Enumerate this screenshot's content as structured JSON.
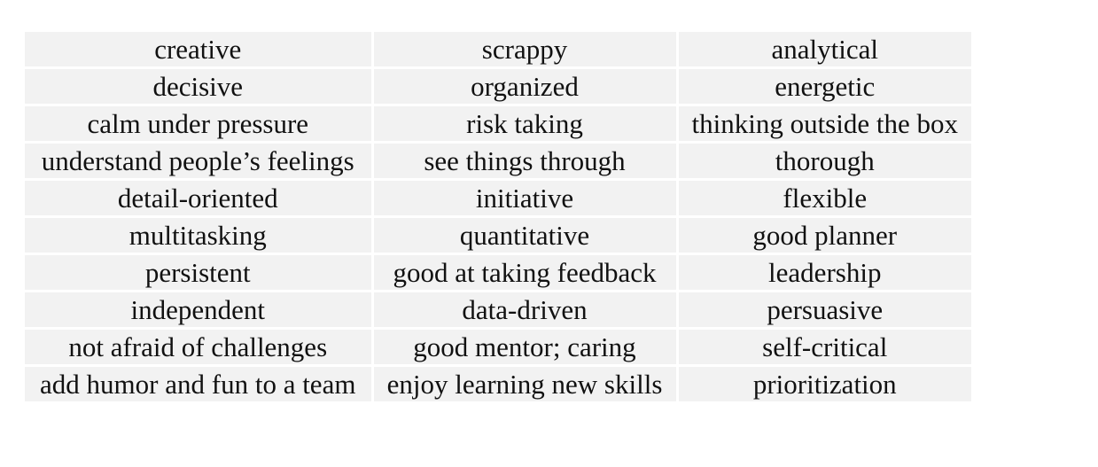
{
  "table": {
    "rows": [
      [
        "creative",
        "scrappy",
        "analytical"
      ],
      [
        "decisive",
        "organized",
        "energetic"
      ],
      [
        "calm under pressure",
        "risk taking",
        "thinking outside the box"
      ],
      [
        "understand people’s feelings",
        "see things through",
        "thorough"
      ],
      [
        "detail-oriented",
        "initiative",
        "flexible"
      ],
      [
        "multitasking",
        "quantitative",
        "good planner"
      ],
      [
        "persistent",
        "good at taking feedback",
        "leadership"
      ],
      [
        "independent",
        "data-driven",
        "persuasive"
      ],
      [
        "not afraid of challenges",
        "good mentor; caring",
        "self-critical"
      ],
      [
        "add humor and fun to a team",
        "enjoy learning new skills",
        "prioritization"
      ]
    ]
  },
  "colors": {
    "cell_background": "#f2f2f2",
    "cell_border": "#ffffff",
    "text": "#111111"
  }
}
